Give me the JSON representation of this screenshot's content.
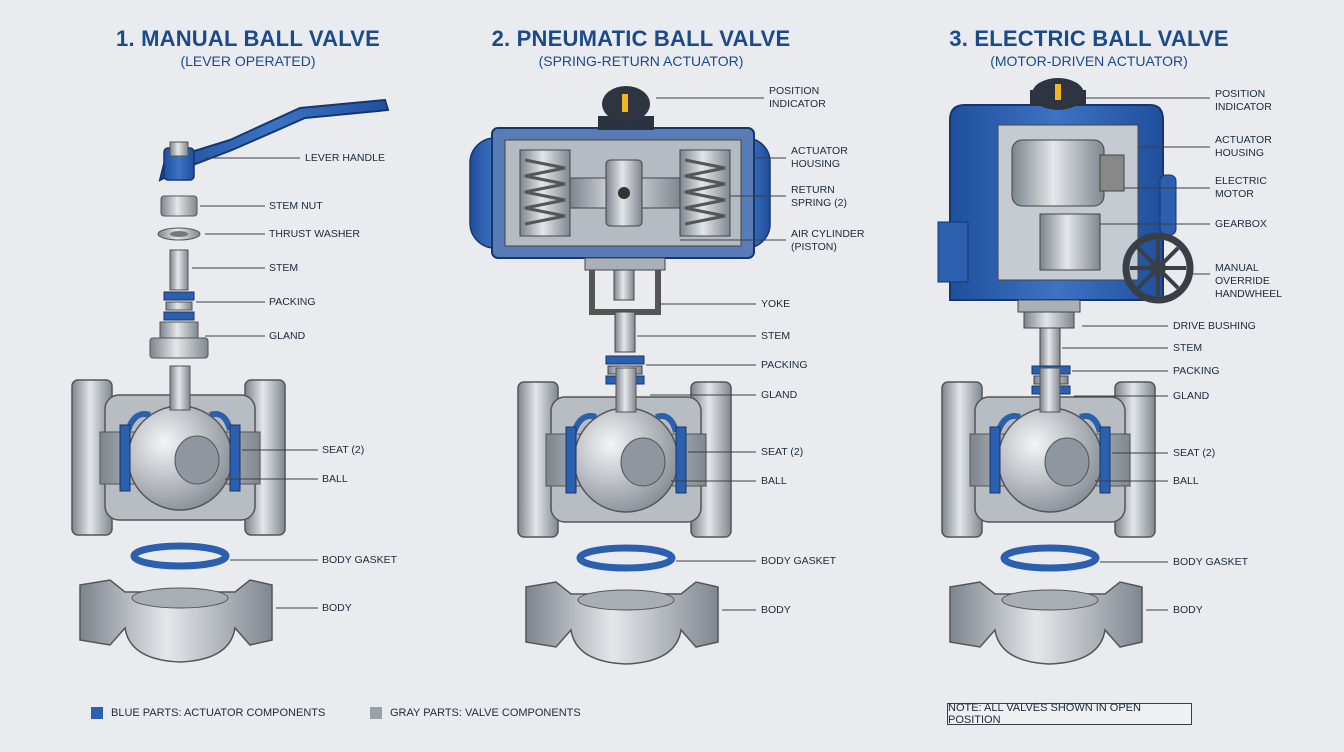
{
  "colors": {
    "blue": "#2c5fae",
    "gray": "#9aa0a8",
    "dark": "#3a3f47"
  },
  "valves": [
    {
      "title": "1. MANUAL BALL VALVE",
      "subtitle": "(LEVER OPERATED)",
      "labels": [
        "LEVER HANDLE",
        "STEM NUT",
        "THRUST WASHER",
        "STEM",
        "PACKING",
        "GLAND",
        "SEAT (2)",
        "BALL",
        "BODY GASKET",
        "BODY"
      ]
    },
    {
      "title": "2. PNEUMATIC BALL VALVE",
      "subtitle": "(SPRING-RETURN ACTUATOR)",
      "labels": [
        "POSITION\nINDICATOR",
        "ACTUATOR\nHOUSING",
        "RETURN\nSPRING (2)",
        "AIR CYLINDER\n(PISTON)",
        "YOKE",
        "STEM",
        "PACKING",
        "GLAND",
        "SEAT (2)",
        "BALL",
        "BODY GASKET",
        "BODY"
      ]
    },
    {
      "title": "3. ELECTRIC BALL VALVE",
      "subtitle": "(MOTOR-DRIVEN ACTUATOR)",
      "labels": [
        "POSITION\nINDICATOR",
        "ACTUATOR\nHOUSING",
        "ELECTRIC\nMOTOR",
        "GEARBOX",
        "MANUAL\nOVERRIDE\nHANDWHEEL",
        "DRIVE BUSHING",
        "STEM",
        "PACKING",
        "GLAND",
        "SEAT (2)",
        "BALL",
        "BODY GASKET",
        "BODY"
      ]
    }
  ],
  "legend": {
    "blue_label": "BLUE PARTS: ACTUATOR COMPONENTS",
    "gray_label": "GRAY PARTS: VALVE COMPONENTS"
  },
  "note": "NOTE: ALL VALVES SHOWN IN OPEN POSITION"
}
